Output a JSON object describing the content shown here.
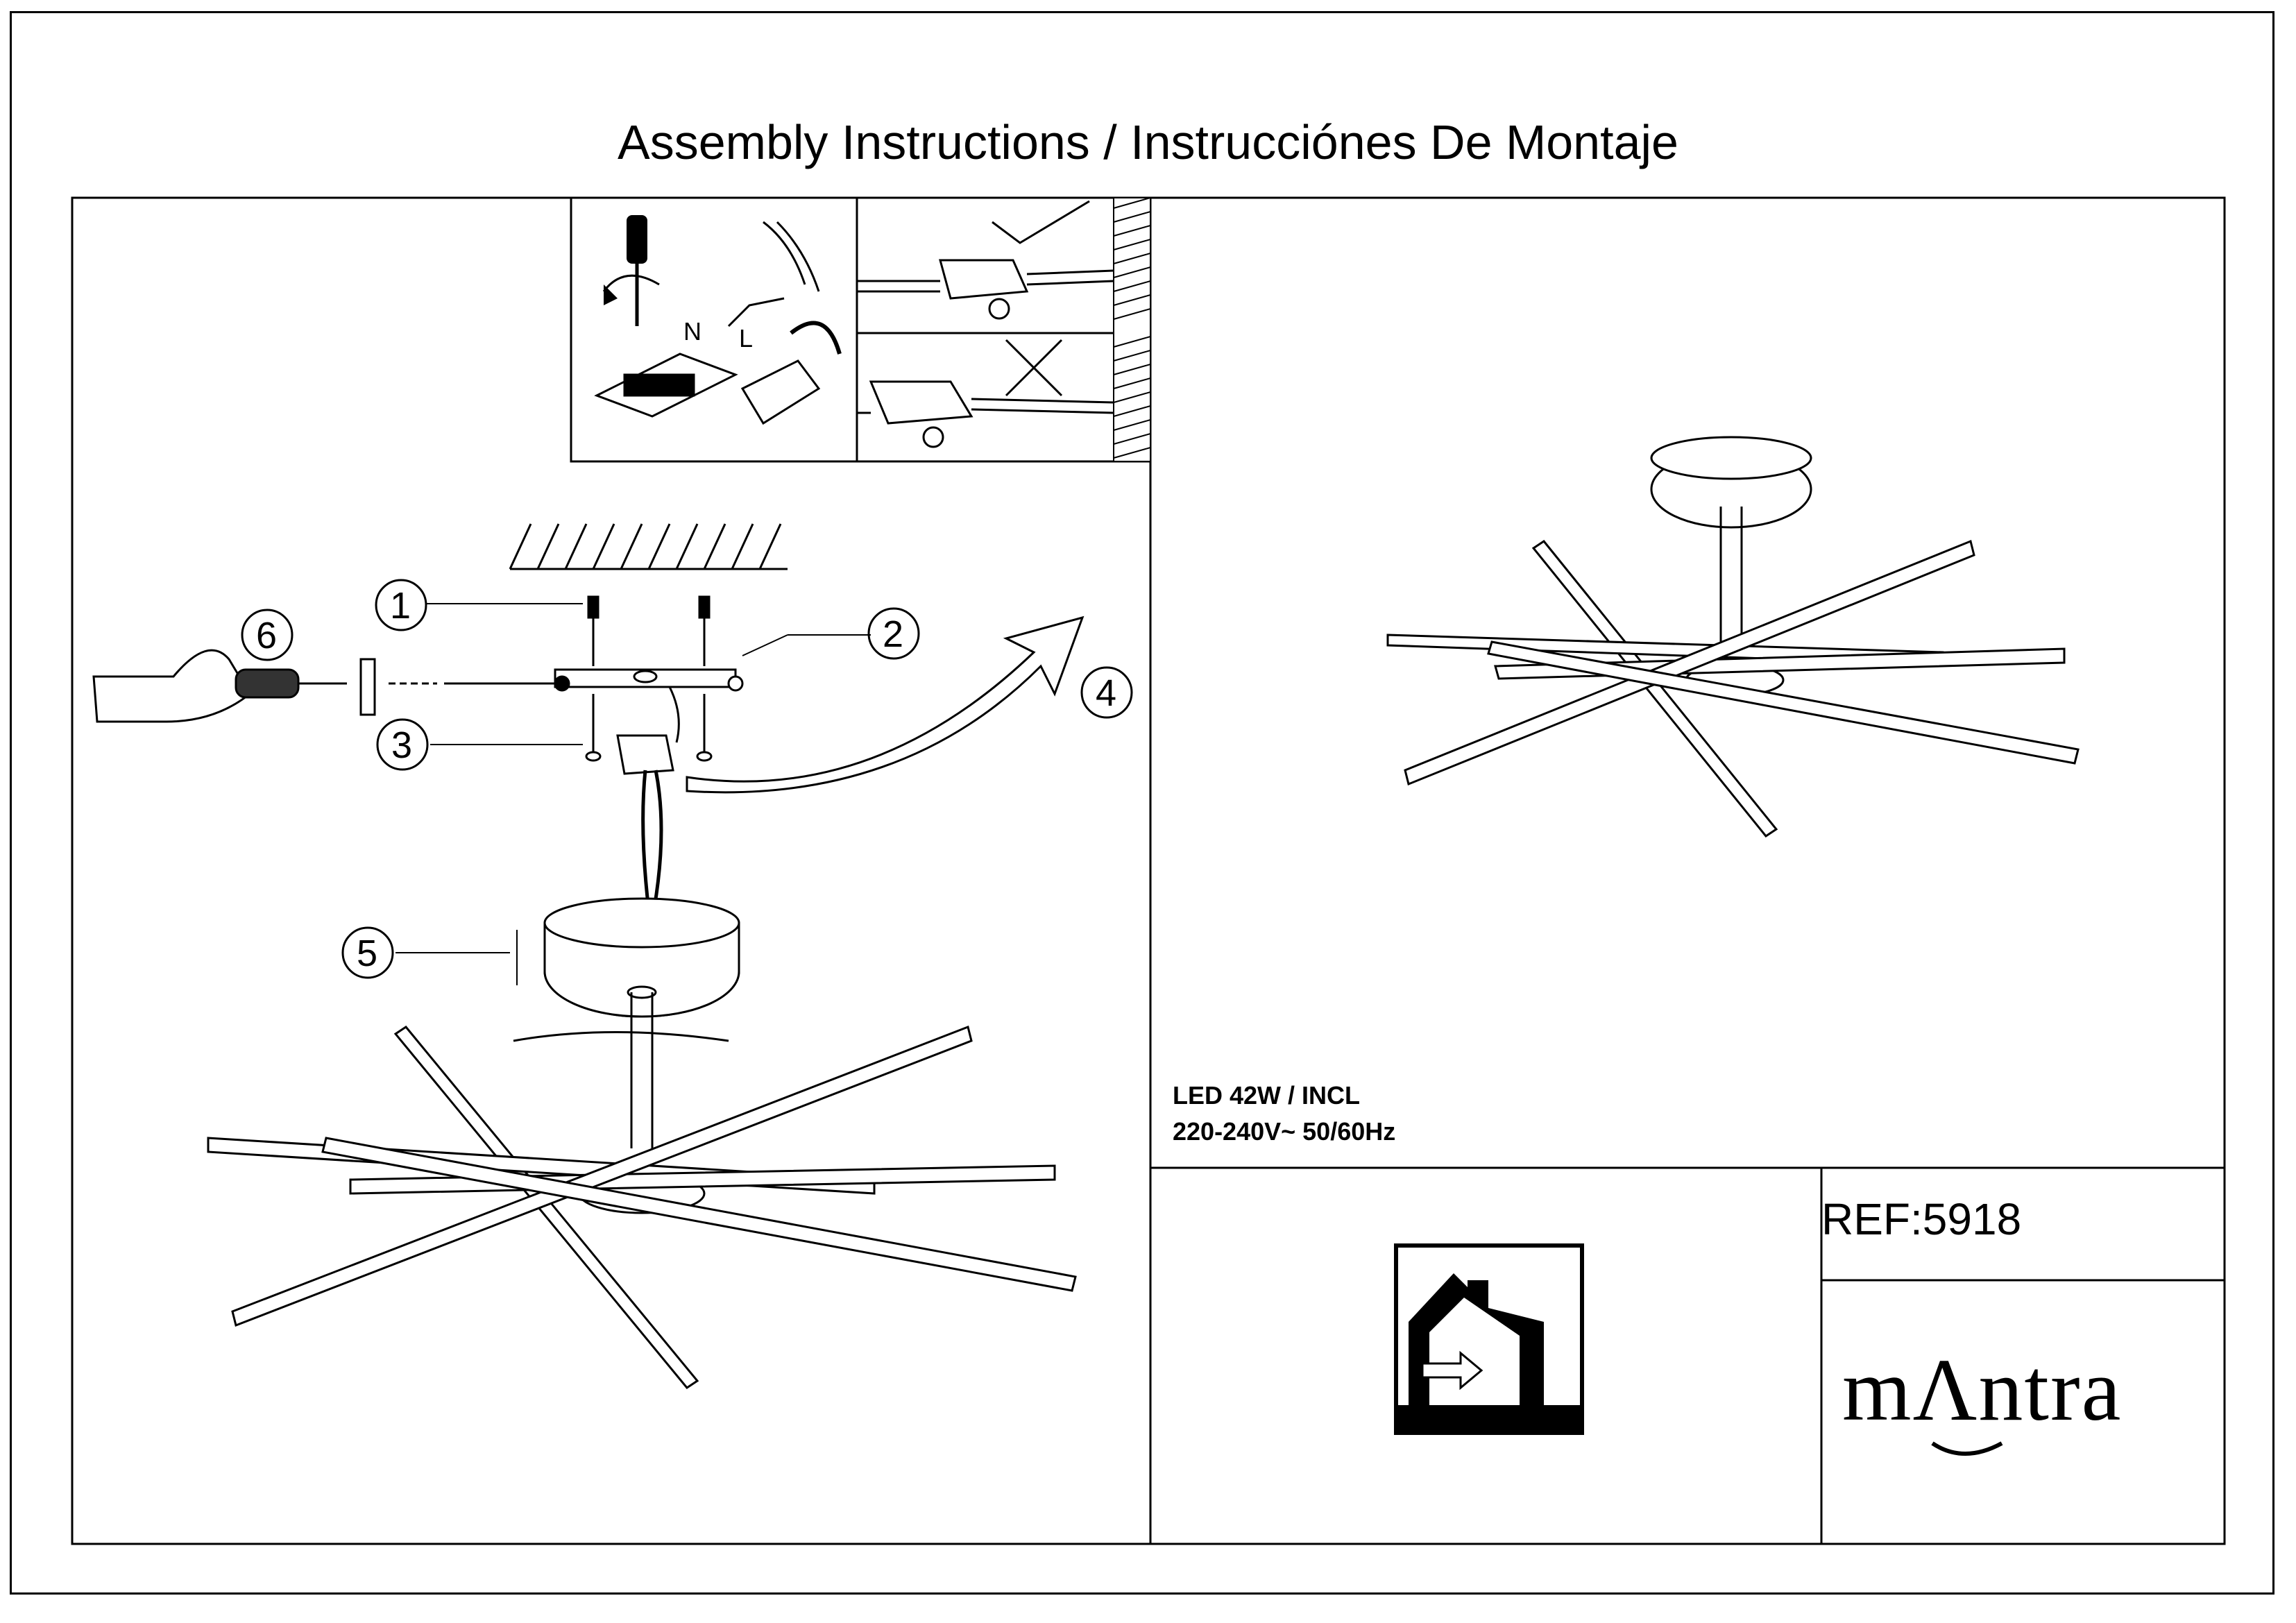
{
  "document": {
    "title": "Assembly Instructions / Instrucciónes De Montaje",
    "specs": {
      "line1": "LED 42W / INCL",
      "line2": "220-240V~  50/60Hz"
    },
    "reference": "REF:5918",
    "brand": "mΛntra",
    "callouts": [
      "1",
      "2",
      "3",
      "4",
      "5",
      "6"
    ],
    "icons": [
      "screwdriver-icon",
      "check-mark-icon",
      "cross-mark-icon",
      "indoor-use-house-icon",
      "ceiling-lamp-illustration"
    ]
  }
}
